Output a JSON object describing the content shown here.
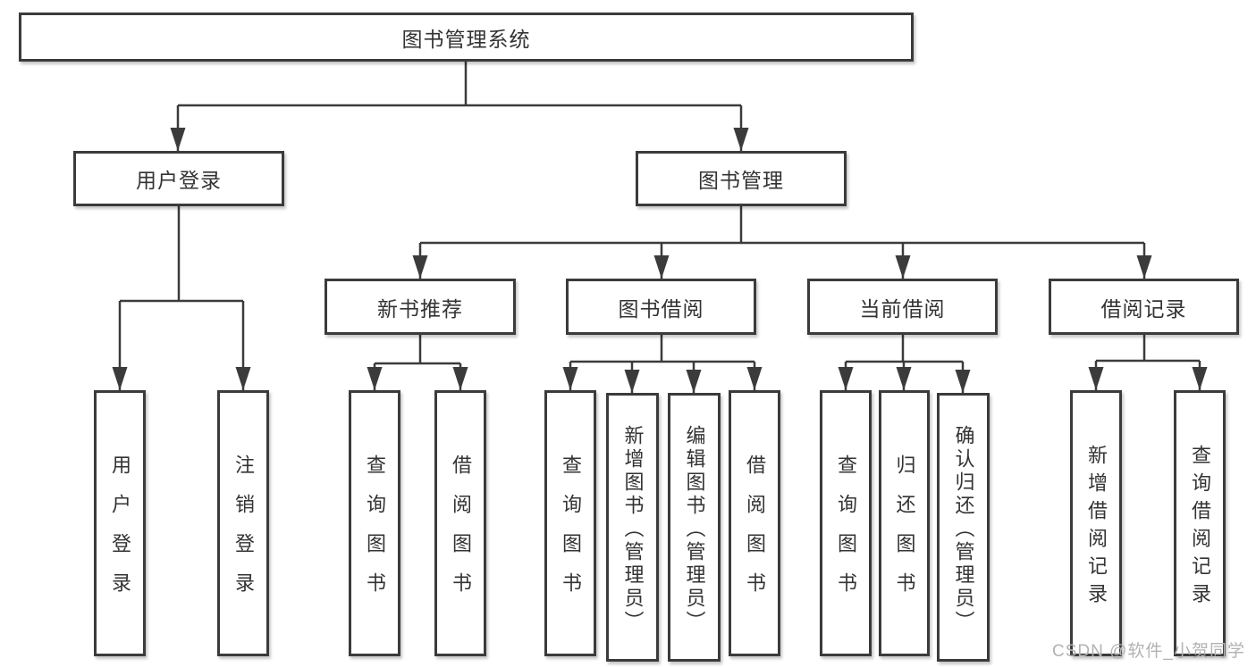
{
  "colors": {
    "line": "#3b3b3b",
    "box_border": "#3b3b3b",
    "text": "#333333",
    "watermark": "#b2b2b2",
    "bg": "#ffffff"
  },
  "tree": {
    "root": {
      "label": "图书管理系统"
    },
    "branches": [
      {
        "label": "用户登录",
        "children": [
          {
            "label": "用户登录"
          },
          {
            "label": "注销登录"
          }
        ]
      },
      {
        "label": "图书管理",
        "children": [
          {
            "label": "新书推荐",
            "children": [
              {
                "label": "查询图书"
              },
              {
                "label": "借阅图书"
              }
            ]
          },
          {
            "label": "图书借阅",
            "children": [
              {
                "label": "查询图书"
              },
              {
                "label": "新增图书（管理员）"
              },
              {
                "label": "编辑图书（管理员）"
              },
              {
                "label": "借阅图书"
              }
            ]
          },
          {
            "label": "当前借阅",
            "children": [
              {
                "label": "查询图书"
              },
              {
                "label": "归还图书"
              },
              {
                "label": "确认归还（管理员）"
              }
            ]
          },
          {
            "label": "借阅记录",
            "children": [
              {
                "label": "新增借阅记录"
              },
              {
                "label": "查询借阅记录"
              }
            ]
          }
        ]
      }
    ]
  },
  "watermark": {
    "text": "CSDN @软件_小贺同学"
  }
}
